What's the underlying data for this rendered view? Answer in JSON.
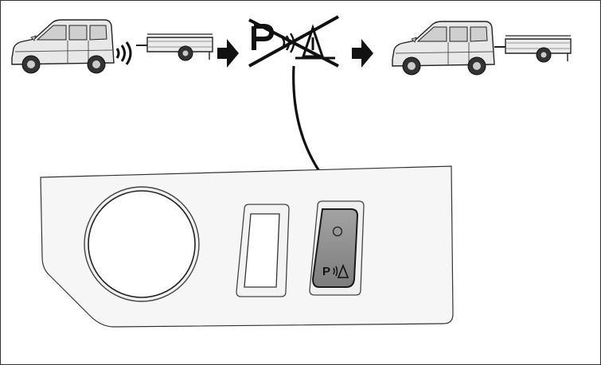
{
  "diagram": {
    "sequence": [
      {
        "step": "van-with-trailer-sensors-active",
        "icon": "parking-sensor-waves-icon"
      },
      {
        "step": "arrow",
        "icon": "arrow-right-icon"
      },
      {
        "step": "parking-assist-disabled",
        "icon": "parking-assist-crossed-icon"
      },
      {
        "step": "arrow",
        "icon": "arrow-right-icon"
      },
      {
        "step": "van-with-trailer-sensors-off",
        "icon": "van-icon"
      }
    ],
    "panel": {
      "button_label": "P",
      "icons": [
        "headlight-dial-icon",
        "blank-switch-icon",
        "parking-assist-button-icon",
        "indicator-led-icon"
      ]
    },
    "colors": {
      "line": "#222222",
      "van_body": "#e6e6e6",
      "button_fill": "#8c8c8c",
      "panel_fill": "#f4f4f4"
    }
  }
}
